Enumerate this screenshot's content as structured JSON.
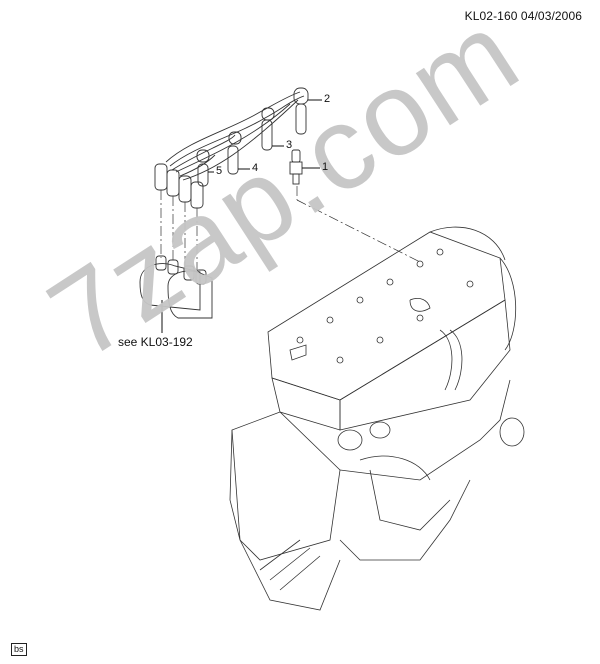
{
  "header": {
    "code": "KL02-160 04/03/2006"
  },
  "callouts": [
    {
      "num": "1",
      "part": "spark-plug"
    },
    {
      "num": "2",
      "part": "ignition-lead-cyl1"
    },
    {
      "num": "3",
      "part": "ignition-lead-cyl2"
    },
    {
      "num": "4",
      "part": "ignition-lead-cyl3"
    },
    {
      "num": "5",
      "part": "ignition-lead-cyl4"
    }
  ],
  "reference": {
    "text": "see KL03-192"
  },
  "watermark": {
    "text": "7zap.com"
  },
  "footer": {
    "badge": "bs"
  },
  "colors": {
    "line": "#222222",
    "watermark": "#c6c6c6",
    "background": "#ffffff"
  }
}
